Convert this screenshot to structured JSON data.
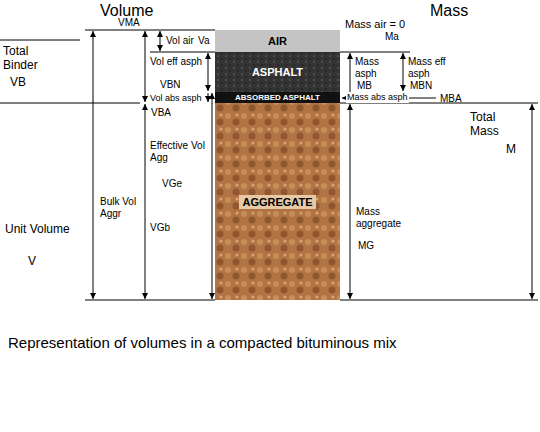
{
  "diagram": {
    "caption": "Representation of volumes in a compacted bituminous mix",
    "nodes": [
      {
        "text": [
          "AIR"
        ]
      },
      {
        "text": [
          "ASPHALT"
        ]
      },
      {
        "text": [
          "ABSORBED ASPHALT"
        ]
      },
      {
        "text": [
          "AGGREGATE"
        ]
      }
    ],
    "labels": [
      "Volume",
      "Mass",
      "Vol air",
      "Va",
      "VMA",
      "Total Binder",
      "VB",
      "Vol eff asph",
      "VBN",
      "Vol abs asph",
      "VBA",
      "Unit Volume",
      "V",
      "Effective Vol Agg",
      "VGe",
      "Bulk Vol Aggr",
      "VGb",
      "Mass air = 0",
      "Ma",
      "Mass asph",
      "MB",
      "Mass eff asph",
      "MBN",
      "Mass abs asph",
      "MBA",
      "Total Mass",
      "M",
      "Mass aggregate",
      "MG"
    ]
  }
}
